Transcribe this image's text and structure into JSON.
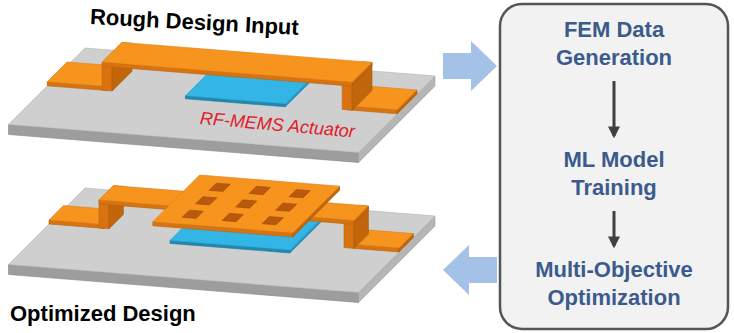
{
  "diagram": {
    "nodes": [
      {
        "text": [
          "Rough Design Input",
          "RF-MEMS Actuator"
        ]
      },
      {
        "text": [
          "FEM Data Generation"
        ]
      },
      {
        "text": [
          "ML Model Training"
        ]
      },
      {
        "text": [
          "Multi-Objective Optimization"
        ]
      },
      {
        "text": [
          "Optimized Design"
        ]
      }
    ],
    "edges": [
      {
        "from": 0,
        "to": 1,
        "arrow": "to"
      },
      {
        "from": 1,
        "to": 2,
        "arrow": "to"
      },
      {
        "from": 2,
        "to": 3,
        "arrow": "to"
      },
      {
        "from": 3,
        "to": 4,
        "arrow": "to"
      }
    ]
  }
}
